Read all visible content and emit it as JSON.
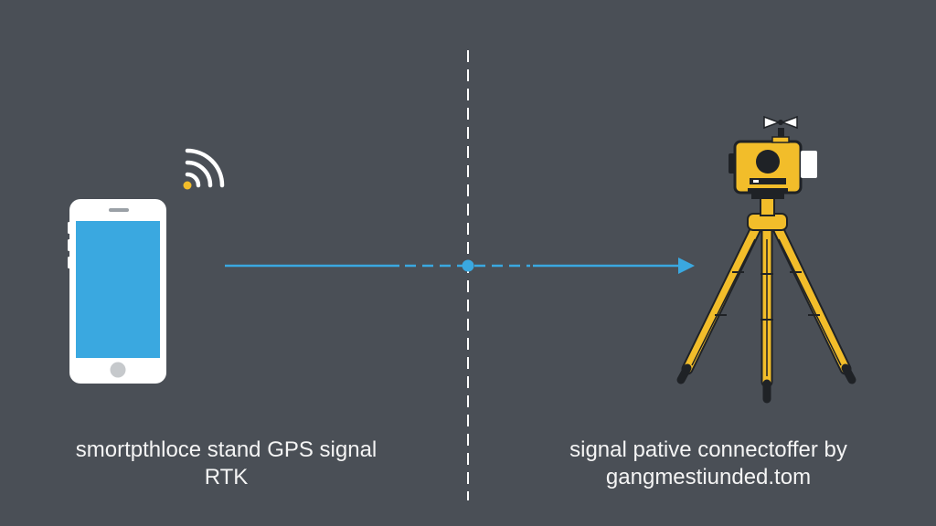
{
  "captions": {
    "left_line1": "smortpthloce stand GPS signal",
    "left_line2": "RTK",
    "right_line1": "signal pative connectoffer by",
    "right_line2": "gangmestiunded.tom"
  },
  "icons": {
    "phone": "smartphone-icon",
    "wifi": "wifi-signal-icon",
    "receiver": "gps-receiver-icon",
    "antenna": "antenna-icon",
    "tripod": "tripod-icon",
    "arrow": "signal-arrow-icon"
  },
  "colors": {
    "background": "#4a4f56",
    "phone_screen": "#3aa8e0",
    "phone_body": "#ffffff",
    "arrow": "#3aa8e0",
    "tripod": "#f2bd2a",
    "divider": "#ffffff"
  }
}
